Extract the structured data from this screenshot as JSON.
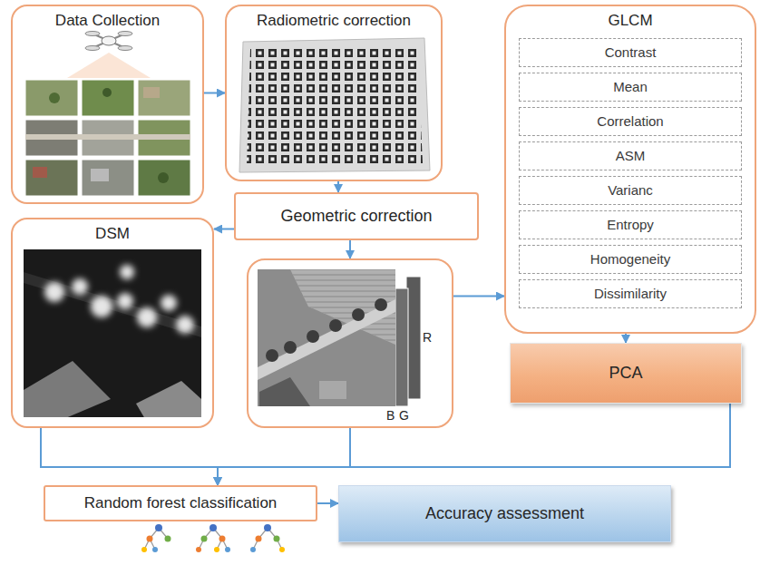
{
  "diagram": {
    "nodes": [
      {
        "text": [
          "Data Collection"
        ]
      },
      {
        "text": [
          "Radiometric correction"
        ]
      },
      {
        "text": [
          "GLCM"
        ]
      },
      {
        "text": [
          "Contrast"
        ],
        "in": 2
      },
      {
        "text": [
          "Mean"
        ],
        "in": 2
      },
      {
        "text": [
          "Correlation"
        ],
        "in": 2
      },
      {
        "text": [
          "ASM"
        ],
        "in": 2
      },
      {
        "text": [
          "Varianc"
        ],
        "in": 2
      },
      {
        "text": [
          "Entropy"
        ],
        "in": 2
      },
      {
        "text": [
          "Homogeneity"
        ],
        "in": 2
      },
      {
        "text": [
          "Dissimilarity"
        ],
        "in": 2
      },
      {
        "text": [
          "Geometric correction"
        ]
      },
      {
        "text": [
          "DSM"
        ]
      },
      {
        "text": [
          "B",
          "G",
          "R"
        ]
      },
      {
        "text": [
          "PCA"
        ]
      },
      {
        "text": [
          "Random forest classification"
        ]
      },
      {
        "text": [
          "Accuracy assessment"
        ]
      }
    ],
    "edges": [
      {
        "from": 0,
        "to": 1,
        "arrow": "to"
      },
      {
        "from": 1,
        "to": 11,
        "arrow": "to"
      },
      {
        "from": 11,
        "to": 12,
        "arrow": "to"
      },
      {
        "from": 11,
        "to": 13,
        "arrow": "to"
      },
      {
        "from": 13,
        "to": 2,
        "arrow": "to"
      },
      {
        "from": 2,
        "to": 14,
        "arrow": "to"
      },
      {
        "from": 12,
        "to": 15,
        "arrow": "to"
      },
      {
        "from": 13,
        "to": 15,
        "arrow": "to"
      },
      {
        "from": 14,
        "to": 15,
        "arrow": "to"
      },
      {
        "from": 15,
        "to": 16,
        "arrow": "to"
      }
    ]
  }
}
